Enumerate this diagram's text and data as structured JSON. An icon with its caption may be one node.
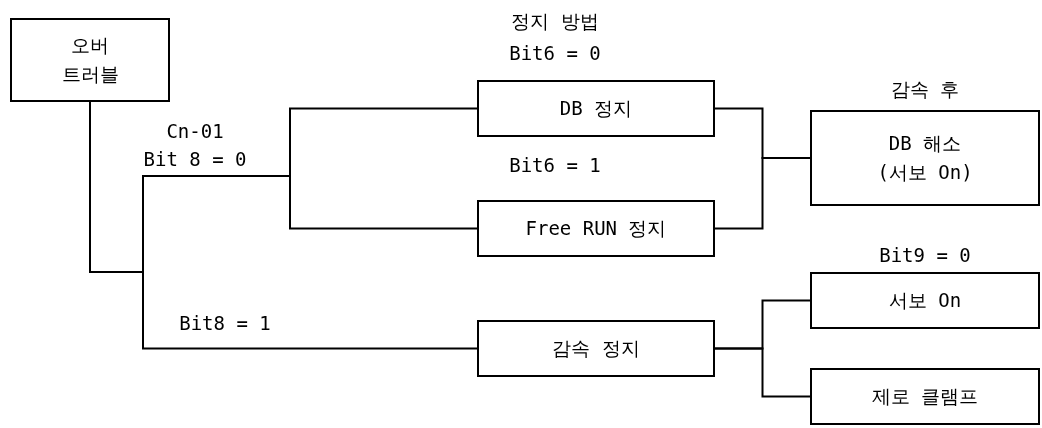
{
  "diagram": {
    "nodes": [
      {
        "text": [
          "오버 트러블"
        ]
      },
      {
        "text": [
          "DB 정지"
        ],
        "beside": [
          "Bit6 = 0"
        ]
      },
      {
        "text": [
          "Free RUN 정지"
        ],
        "beside": [
          "Bit6 = 1"
        ]
      },
      {
        "text": [
          "감속 정지"
        ]
      },
      {
        "text": [
          "DB 해소 (서보 On)"
        ],
        "beside": [
          "감속 후"
        ]
      },
      {
        "text": [
          "서보 On"
        ],
        "beside": [
          "Bit9 = 0"
        ]
      },
      {
        "text": [
          "제로 클램프"
        ]
      }
    ],
    "edges": [
      {
        "from": 0,
        "to": 1,
        "arrow": "none",
        "label": "Bit 8 = 0"
      },
      {
        "from": 0,
        "to": 2,
        "arrow": "none"
      },
      {
        "from": 0,
        "to": 3,
        "arrow": "none",
        "label": "Bit8 = 1"
      },
      {
        "from": 1,
        "to": 4,
        "arrow": "none"
      },
      {
        "from": 2,
        "to": 4,
        "arrow": "none"
      },
      {
        "from": 3,
        "to": 5,
        "arrow": "none"
      },
      {
        "from": 3,
        "to": 6,
        "arrow": "none"
      }
    ],
    "labels": [
      "정지 방법",
      "Cn-01"
    ]
  }
}
